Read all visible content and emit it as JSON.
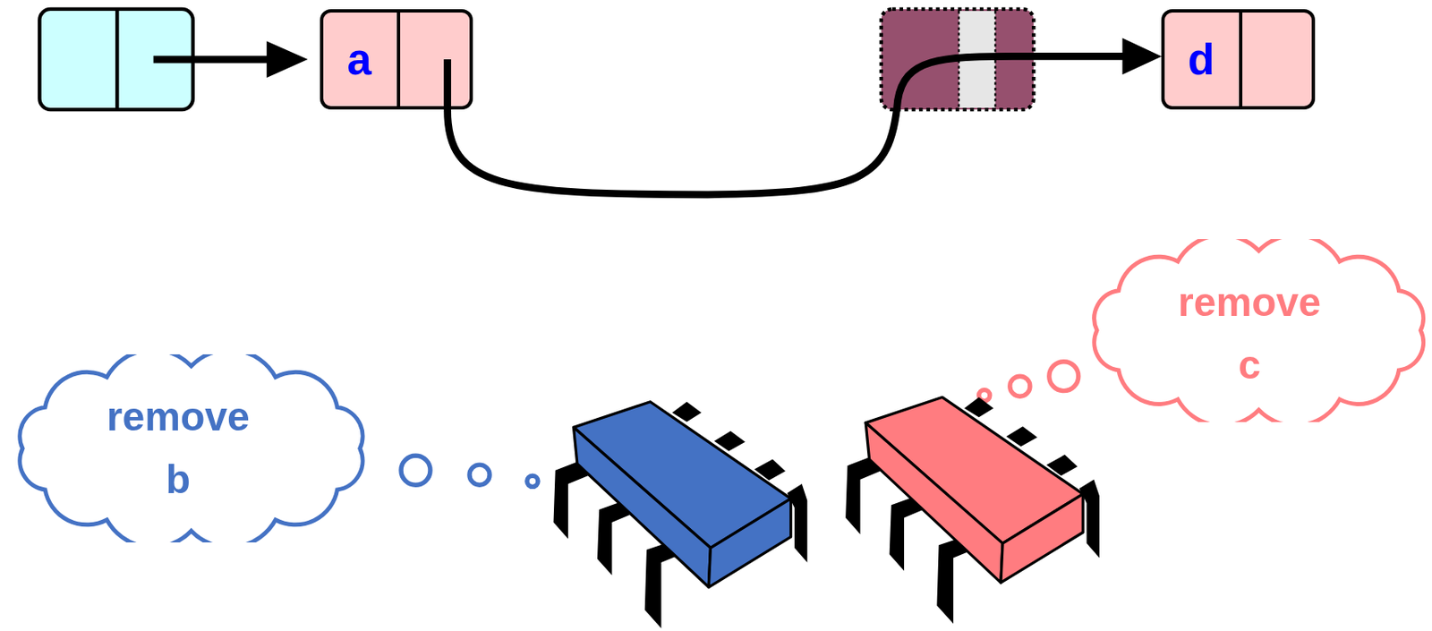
{
  "diagram": {
    "nodes": [
      {
        "text": [
          "a"
        ]
      },
      {
        "text": [
          "d"
        ]
      },
      {
        "text": [
          "remove b"
        ]
      },
      {
        "text": [
          "remove c"
        ]
      }
    ],
    "edges": [
      {
        "from": 0,
        "to": 1,
        "arrow": "to"
      }
    ]
  }
}
